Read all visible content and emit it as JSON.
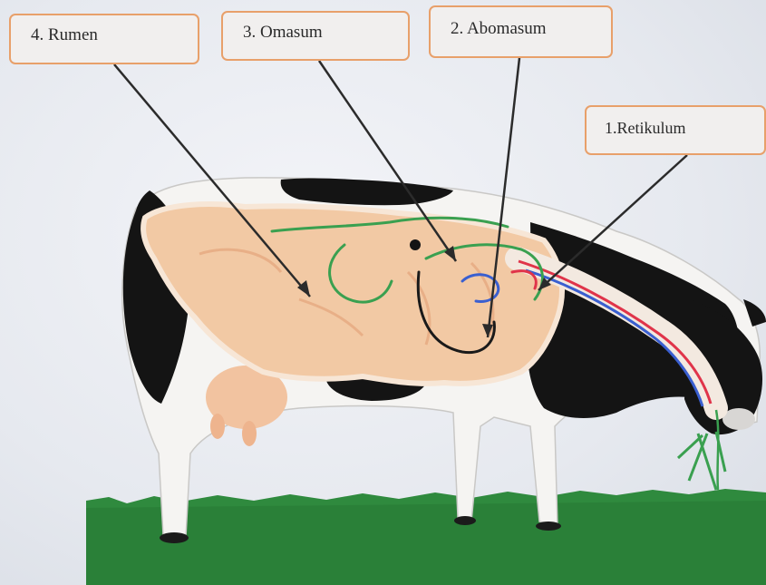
{
  "labels": {
    "rumen": "4. Rumen",
    "omasum": "3. Omasum",
    "abomasum": "2. Abomasum",
    "retikulum": "1.Retikulum"
  },
  "colors": {
    "label_border": "#e8a06a",
    "stomach_fill": "#f2c9a4",
    "cow_black": "#141414",
    "grass": "#2f8a3e",
    "pointer_line": "#2b2b2b",
    "flow_green": "#3aa050",
    "flow_blue": "#3a5fd0",
    "flow_red": "#e0344a",
    "flow_black": "#1a1a1a"
  }
}
